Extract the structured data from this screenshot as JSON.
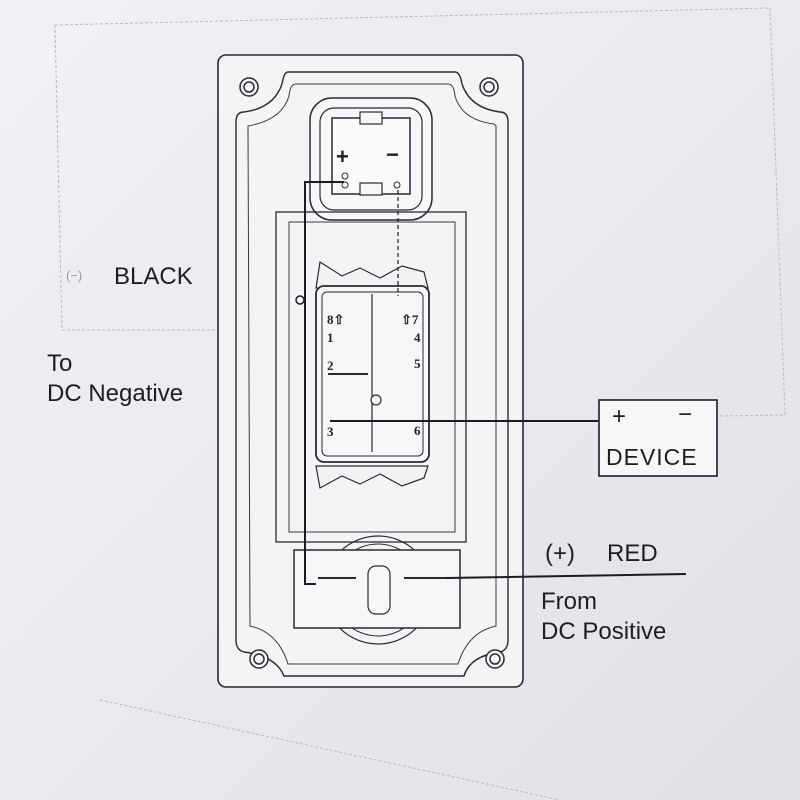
{
  "labels": {
    "black": "BLACK",
    "black_symbol": "(−)",
    "to_dc_negative": [
      "To",
      "DC Negative"
    ],
    "red": "RED",
    "red_symbol": "(+)",
    "from_dc_positive": [
      "From",
      "DC Positive"
    ]
  },
  "device": {
    "plus": "+",
    "minus": "−",
    "name": "DEVICE"
  },
  "led_terminals": {
    "plus": "+",
    "minus": "−"
  },
  "pins": {
    "p8": "8⇧",
    "p7": "⇧7",
    "p1": "1",
    "p4": "4",
    "p2": "2",
    "p5": "5",
    "p3": "3",
    "p6": "6"
  }
}
